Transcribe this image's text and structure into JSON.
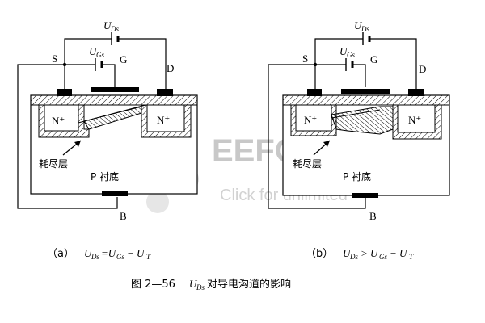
{
  "diagram": {
    "panel_a": {
      "vds_label": "U",
      "vds_sub": "Ds",
      "vgs_label": "U",
      "vgs_sub": "Gs",
      "terminal_s": "S",
      "terminal_g": "G",
      "terminal_d": "D",
      "terminal_b": "B",
      "n_left": "N⁺",
      "n_right": "N⁺",
      "depletion_label": "耗尽层",
      "substrate_label": "P 衬底",
      "condition_prefix": "（a）",
      "condition_u1": "U",
      "condition_s1": "Ds",
      "condition_mid": "=U",
      "condition_s2": "Gs",
      "condition_op": "− U",
      "condition_s3": "T"
    },
    "panel_b": {
      "vds_label": "U",
      "vds_sub": "Ds",
      "vgs_label": "U",
      "vgs_sub": "Gs",
      "terminal_s": "S",
      "terminal_g": "G",
      "terminal_d": "D",
      "terminal_b": "B",
      "n_left": "N⁺",
      "n_right": "N⁺",
      "depletion_label": "耗尽层",
      "substrate_label": "P 衬底",
      "condition_prefix": "（b）",
      "condition_u1": "U",
      "condition_s1": "Ds",
      "condition_mid": "> U",
      "condition_s2": "Gs",
      "condition_op": "− U",
      "condition_s3": "T"
    },
    "caption": {
      "prefix": "图 2—56",
      "u": "U",
      "sub": "Ds",
      "suffix": "对导电沟道的影响"
    },
    "watermark": {
      "main": "EEFOCUS",
      "tagline": "Click for unlimited"
    }
  }
}
